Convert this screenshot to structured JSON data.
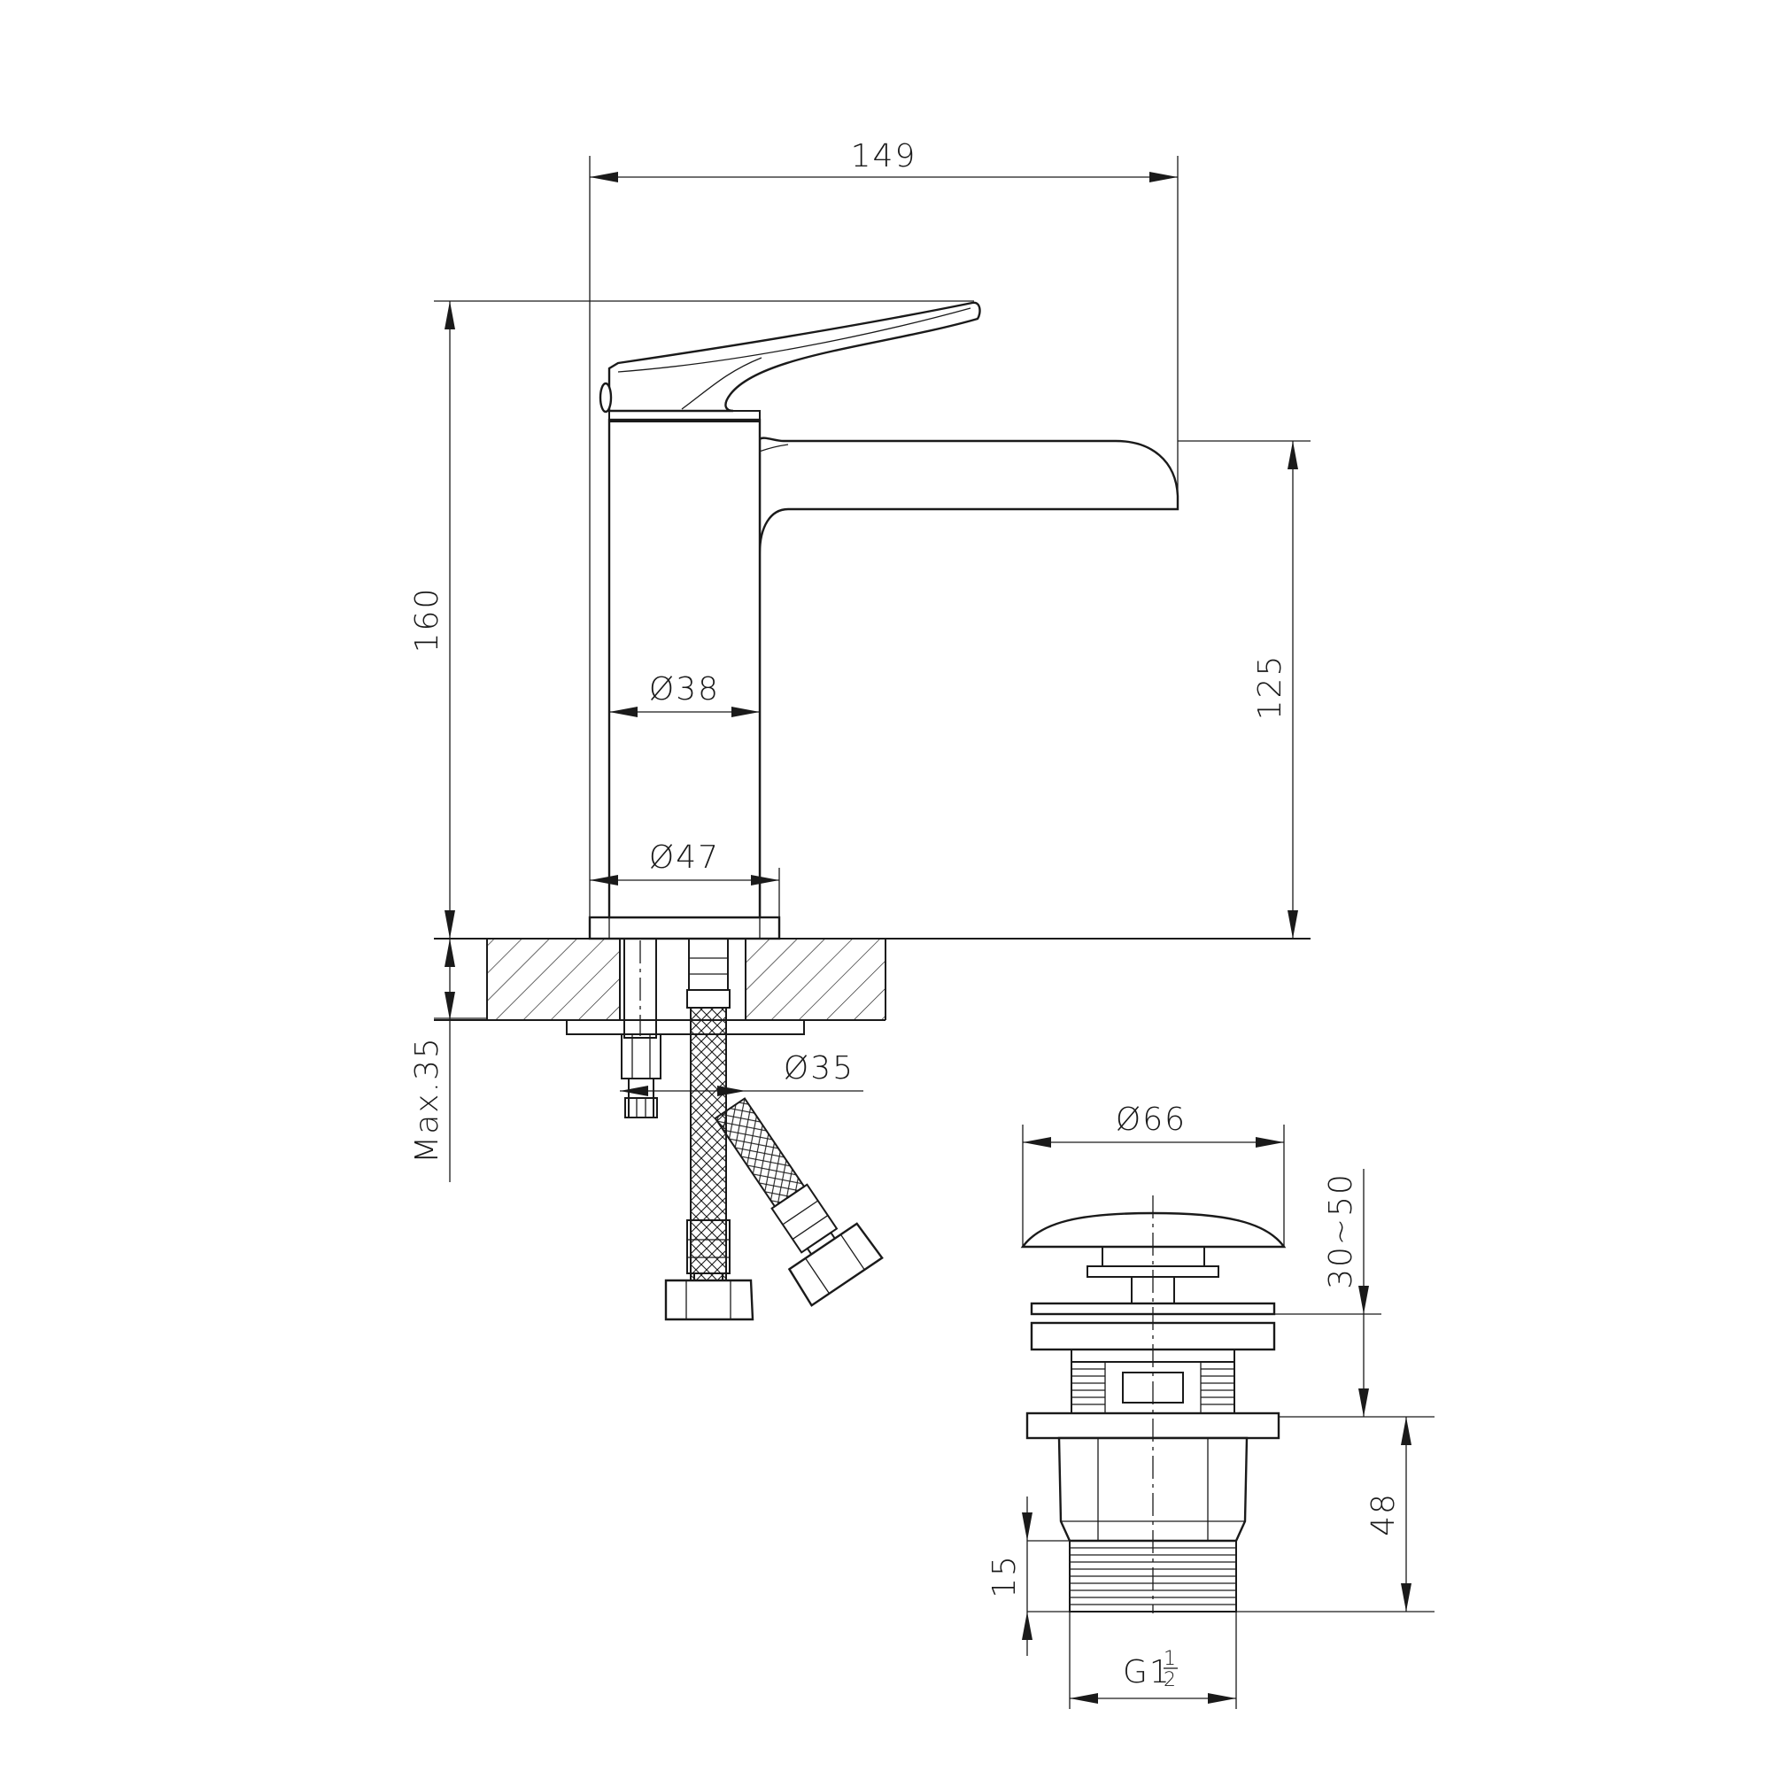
{
  "faucet": {
    "width": "149",
    "height": "160",
    "spout_height": "125",
    "body_diameter": "Ø38",
    "base_diameter": "Ø47",
    "hole_diameter": "Ø35",
    "countertop_thickness": "Max.35"
  },
  "drain": {
    "cap_diameter": "Ø66",
    "adjust_range": "30~50",
    "body_height": "48",
    "thread_length": "15",
    "thread_label": "G1",
    "thread_fraction_num": "1",
    "thread_fraction_den": "2"
  }
}
